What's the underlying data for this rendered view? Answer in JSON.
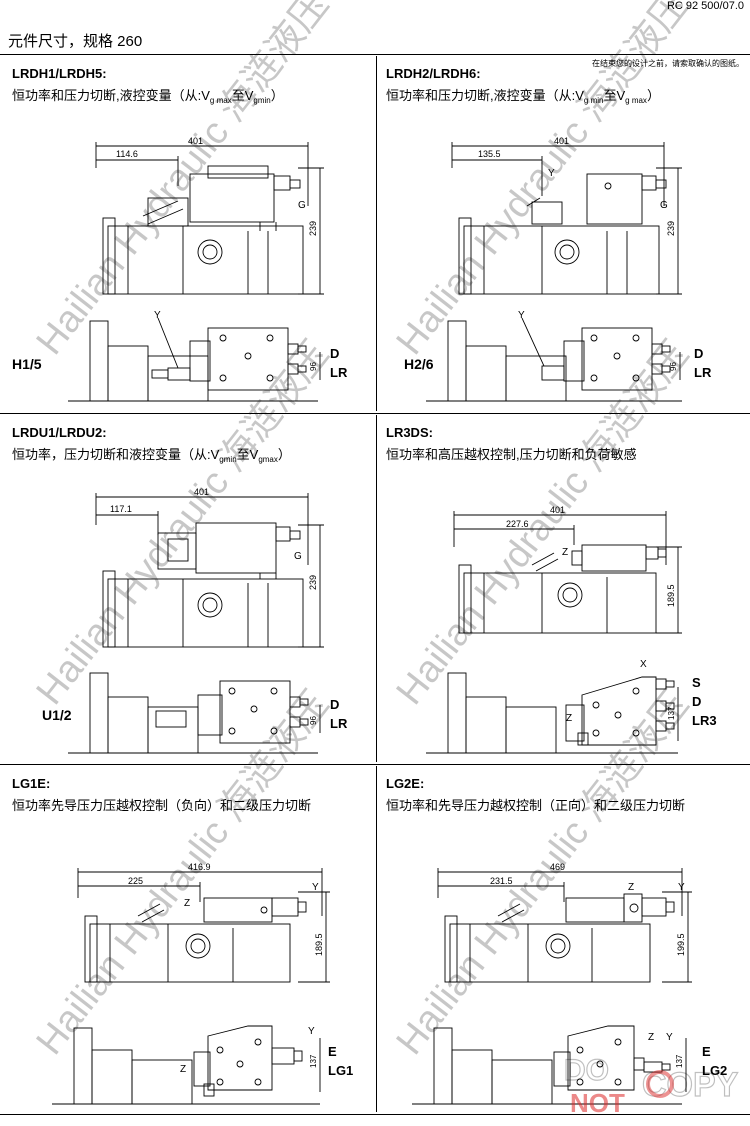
{
  "header": {
    "doc_code": "RC 92 500/07.0",
    "title": "元件尺寸，规格 260",
    "note": "在结束您的设计之前，请索取确认的图纸。"
  },
  "sections": [
    {
      "id": "LRDH1/LRDH5:",
      "desc_a": "恒功率和压力切断,液控变量（从:V",
      "sub1": "g max",
      "desc_b": "至V",
      "sub2": "gmin",
      "desc_c": "）",
      "dims": {
        "d1": "114.6",
        "d2": "401",
        "d3": "239",
        "d4": "96"
      },
      "ports": {
        "p1": "G",
        "p2": "Y"
      },
      "variant": "H1/5",
      "side": [
        "D",
        "LR"
      ]
    },
    {
      "id": "LRDH2/LRDH6:",
      "desc_a": "恒功率和压力切断,液控变量（从:V",
      "sub1": "g min",
      "desc_b": "至V",
      "sub2": "g max",
      "desc_c": "）",
      "dims": {
        "d1": "135.5",
        "d2": "401",
        "d3": "239",
        "d4": "96"
      },
      "ports": {
        "p1": "Y",
        "p2": "G",
        "p3": "Y"
      },
      "variant": "H2/6",
      "side": [
        "D",
        "LR"
      ]
    },
    {
      "id": "LRDU1/LRDU2:",
      "desc_a": "恒功率，压力切断和液控变量（从:V",
      "sub1": "gmin",
      "desc_b": "至V",
      "sub2": "gmax",
      "desc_c": "）",
      "dims": {
        "d1": "117.1",
        "d2": "401",
        "d3": "239",
        "d4": "96"
      },
      "ports": {
        "p1": "G"
      },
      "variant": "U1/2",
      "side": [
        "D",
        "LR"
      ]
    },
    {
      "id": "LR3DS:",
      "desc": "恒功率和高压越权控制,压力切断和负荷敏感",
      "dims": {
        "d1": "227.6",
        "d2": "401",
        "d3": "189.5",
        "d4": "137"
      },
      "ports": {
        "p1": "Z",
        "p2": "X",
        "p3": "Z"
      },
      "side": [
        "S",
        "D",
        "LR3"
      ]
    },
    {
      "id": "LG1E:",
      "desc": "恒功率先导压力压越权控制（负向）和二级压力切断",
      "dims": {
        "d1": "225",
        "d2": "416.9",
        "d3": "189.5",
        "d4": "137"
      },
      "ports": {
        "p1": "Z",
        "p2": "Y",
        "p3": "Z",
        "p4": "Y"
      },
      "side": [
        "E",
        "LG1"
      ]
    },
    {
      "id": "LG2E:",
      "desc": "恒功率和先导压力越权控制（正向）和二级压力切断",
      "dims": {
        "d1": "231.5",
        "d2": "469",
        "d3": "199.5",
        "d4": "137"
      },
      "ports": {
        "p1": "Z",
        "p2": "Y",
        "p3": "Z",
        "p4": "Y"
      },
      "side": [
        "E",
        "LG2"
      ]
    }
  ],
  "watermark": {
    "text": "Hailian Hydraulic 海涟液压",
    "stamp_line1": "DO",
    "stamp_line2": "NOT",
    "stamp_line3": "COPY"
  }
}
